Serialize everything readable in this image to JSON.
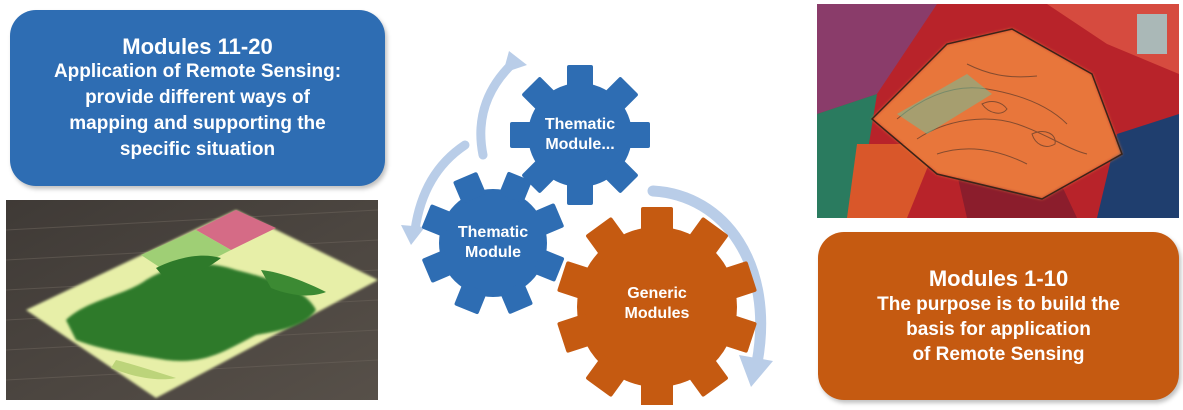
{
  "left_box": {
    "title": "Modules 11-20",
    "lines": [
      "Application of Remote Sensing:",
      "provide different ways of",
      "mapping and supporting the",
      "specific situation"
    ]
  },
  "right_box": {
    "title": "Modules 1-10",
    "lines": [
      "The purpose is to build the",
      "basis for application",
      "of Remote Sensing"
    ]
  },
  "gears": {
    "thematic_top": {
      "line1": "Thematic",
      "line2": "Module..."
    },
    "thematic_mid": {
      "line1": "Thematic",
      "line2": "Module"
    },
    "generic": {
      "line1": "Generic",
      "line2": "Modules"
    }
  },
  "colors": {
    "blue": "#2e6db3",
    "orange": "#c55a11",
    "arrow": "#b9cde8"
  }
}
